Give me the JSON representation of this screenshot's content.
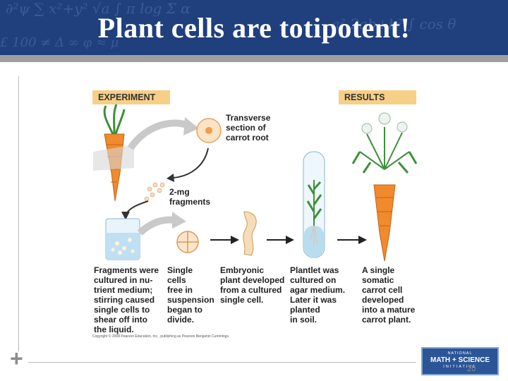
{
  "slide": {
    "title": "Plant cells are totipotent!",
    "page_number": "20"
  },
  "diagram": {
    "experiment_header": "EXPERIMENT",
    "results_header": "RESULTS",
    "transverse_label": "Transverse\nsection of\ncarrot root",
    "fragments_label": "2-mg\nfragments",
    "step1": "Fragments were\ncultured in nu-\ntrient medium;\nstirring caused\nsingle cells to\nshear off into\nthe liquid.",
    "step2": "Single\ncells\nfree in\nsuspension\nbegan to\ndivide.",
    "step3": "Embryonic\nplant developed\nfrom a cultured\nsingle cell.",
    "step4": "Plantlet was\ncultured on\nagar medium.\nLater it was\nplanted\nin soil.",
    "step5": "A single\nsomatic\ncarrot cell\ndeveloped\ninto a mature\ncarrot plant.",
    "copyright": "Copyright © 2008 Pearson Education, Inc., publishing as Pearson Benjamin Cummings."
  },
  "logo": {
    "line1": "NATIONAL",
    "line2": "MATH + SCIENCE",
    "line3": "INITIATIVE"
  },
  "colors": {
    "banner": "#1f3f7d",
    "header_box": "#f7cf86",
    "carrot": "#f08a2c",
    "leaf": "#3e8f3a"
  }
}
